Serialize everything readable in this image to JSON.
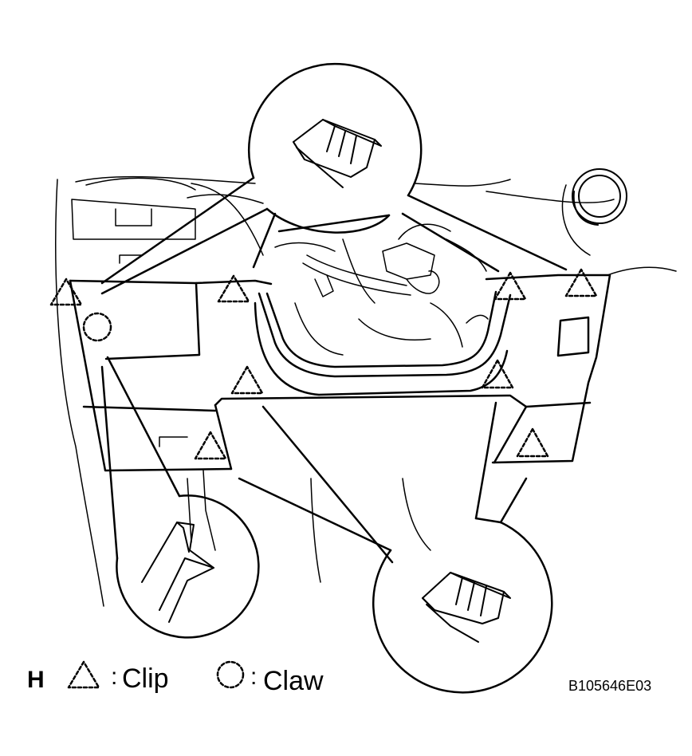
{
  "legend": {
    "view_letter": "H",
    "clip_separator": ":",
    "clip_label": "Clip",
    "claw_separator": ":",
    "claw_label": "Claw"
  },
  "figure_code": "B105646E03",
  "markers": {
    "clip_count": 8,
    "claw_count": 1
  }
}
